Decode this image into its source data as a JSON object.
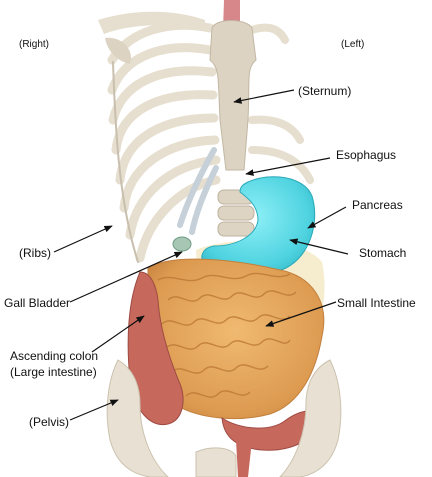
{
  "orientation": {
    "right": "(Right)",
    "left": "(Left)"
  },
  "labels": {
    "sternum": "(Sternum)",
    "esophagus": "Esophagus",
    "pancreas": "Pancreas",
    "stomach": "Stomach",
    "ribs": "(Ribs)",
    "gall_bladder": "Gall Bladder",
    "small_intestine": "Small Intestine",
    "ascending_colon_line1": "Ascending colon",
    "ascending_colon_line2": "(Large intestine)",
    "pelvis": "(Pelvis)"
  },
  "colors": {
    "bone": "#e8e1d3",
    "bone_shade": "#c9bfae",
    "cartilage": "#c8d3dc",
    "stomach": "#5ddbe6",
    "intestine": "#e3a35a",
    "colon": "#c76a5e",
    "esophagus": "#d98a8a",
    "arrow": "#111111"
  }
}
